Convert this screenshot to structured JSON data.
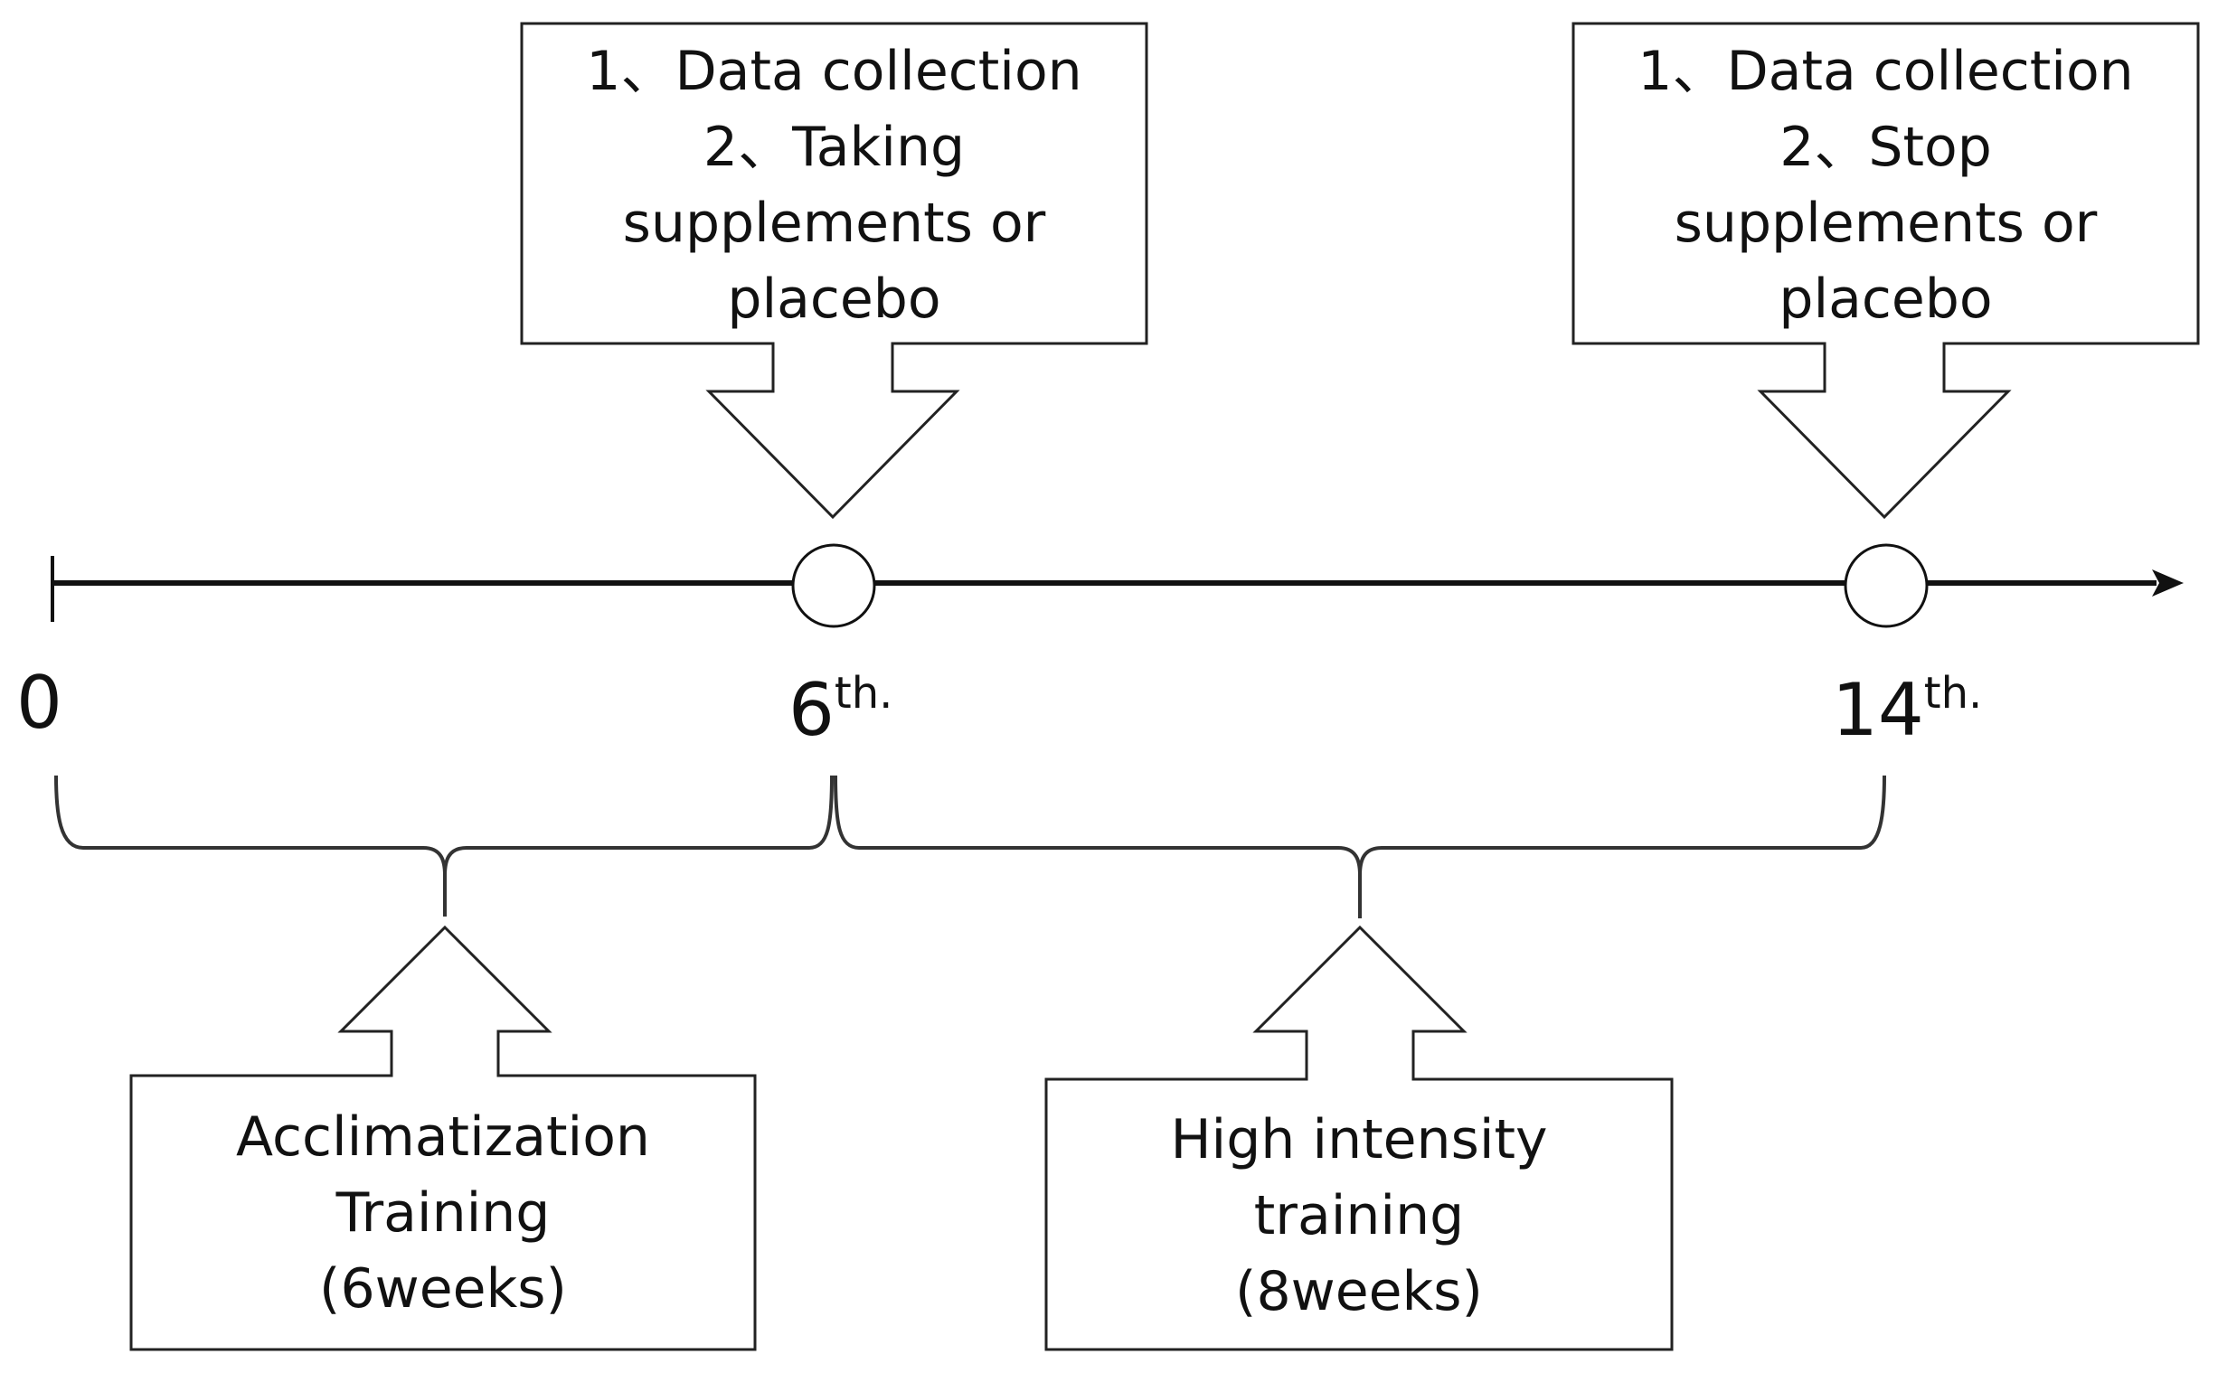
{
  "timeline": {
    "ticks": [
      {
        "value": "0",
        "suffix": ""
      },
      {
        "value": "6",
        "suffix": "th."
      },
      {
        "value": "14",
        "suffix": "th."
      }
    ]
  },
  "callouts": {
    "week6": {
      "lines": [
        "1、Data collection",
        "2、Taking",
        "supplements or",
        "placebo"
      ]
    },
    "week14": {
      "lines": [
        "1、Data collection",
        "2、Stop",
        "supplements or",
        "placebo"
      ]
    }
  },
  "phases": {
    "acclimatization": {
      "lines": [
        "Acclimatization",
        "Training",
        "(6weeks)"
      ]
    },
    "high_intensity": {
      "lines": [
        "High intensity",
        "training",
        "(8weeks)"
      ]
    }
  }
}
